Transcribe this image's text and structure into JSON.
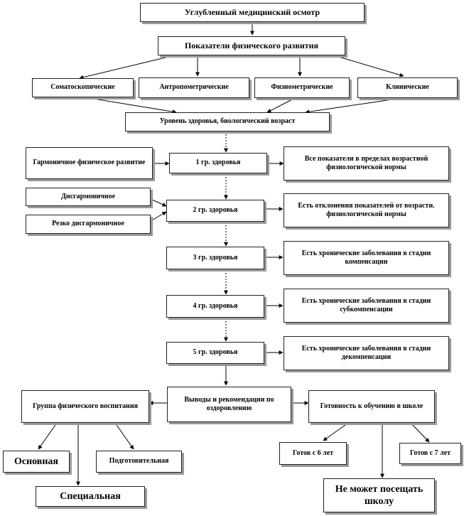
{
  "nodes": {
    "exam": "Углубленный медицинский осмотр",
    "indicators": "Показатели физического развития",
    "somato": "Соматоскопические",
    "anthro": "Антропометрические",
    "physio": "Физиометрические",
    "clinical": "Клинические",
    "health_level": "Уровень здоровья, биологический возраст",
    "harmonic": "Гармоничное физическое развитие",
    "disharmonic": "Дисгармоничное",
    "sharply_disharmonic": "Резко дисгармоничное",
    "g1": "1 гр. здоровья",
    "g2": "2 гр. здоровья",
    "g3": "3 гр. здоровья",
    "g4": "4 гр. здоровья",
    "g5": "5 гр. здоровья",
    "d1": "Все показатели в пределах возрастной физиологической нормы",
    "d2": "Есть отклонения показателей от возрастн. физиологической нормы",
    "d3": "Есть хронические заболевания в стадии компенсации",
    "d4": "Есть хронические заболевания в стадии субкомпенсации",
    "d5": "Есть хронические заболевания в стадии декомпенсации",
    "conclusions": "Выводы и рекомендации по оздоровлению",
    "pe_group": "Группа физического воспитания",
    "school": "Готовность к обучению в школе",
    "main_group": "Основная",
    "prep_group": "Подготовительная",
    "special_group": "Специальная",
    "ready6": "Готов с 6 лет",
    "ready7": "Готов с 7 лет",
    "not_ready": "Не может посещать школу"
  }
}
